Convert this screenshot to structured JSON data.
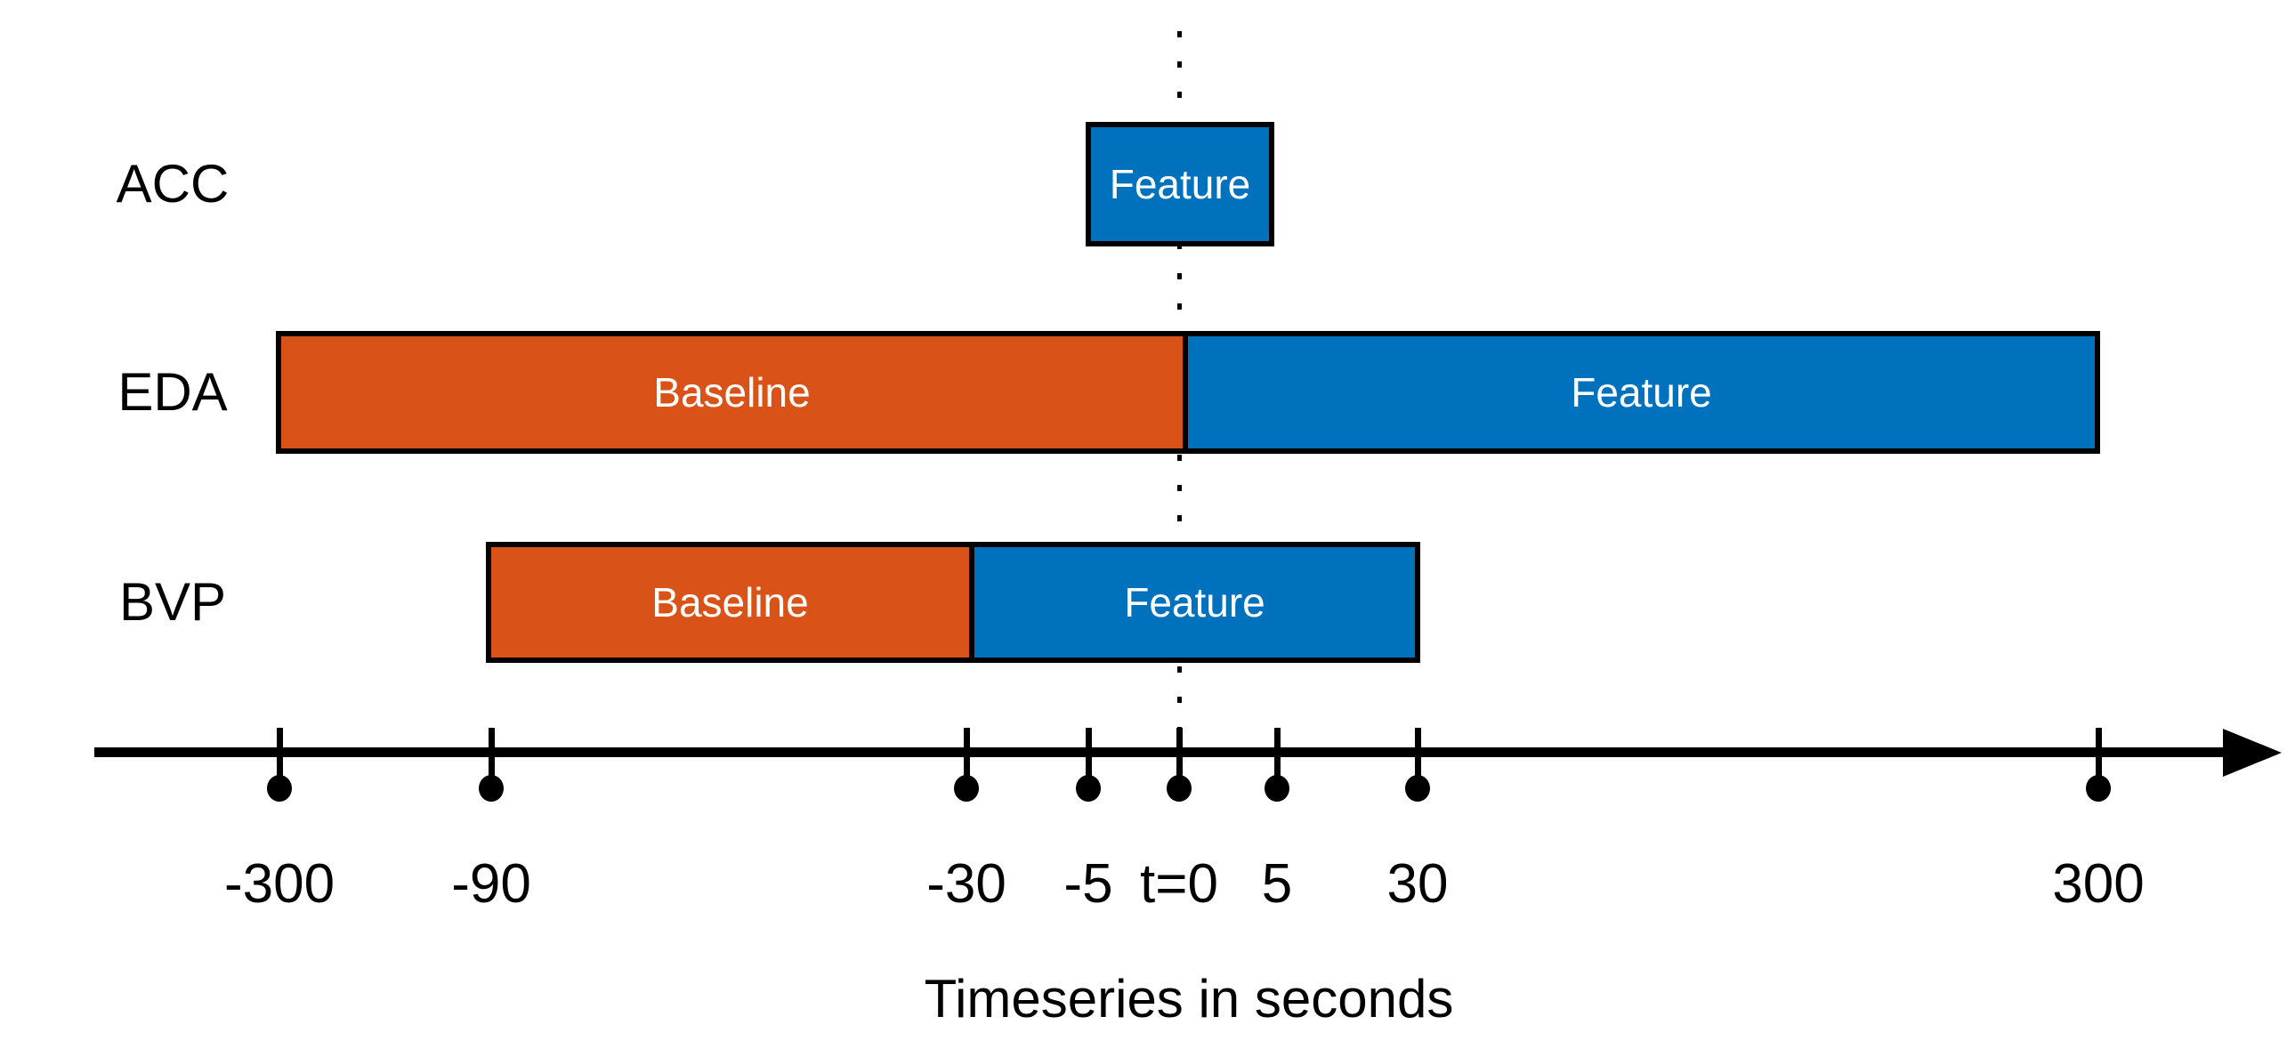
{
  "figure": {
    "rows": [
      {
        "label": "ACC",
        "segments": [
          {
            "label": "Feature",
            "kind": "feature",
            "window_seconds": {
              "from": -5,
              "to": 5
            }
          }
        ]
      },
      {
        "label": "EDA",
        "segments": [
          {
            "label": "Baseline",
            "kind": "baseline",
            "window_seconds": {
              "from": -300,
              "to": 0
            }
          },
          {
            "label": "Feature",
            "kind": "feature",
            "window_seconds": {
              "from": 0,
              "to": 300
            }
          }
        ]
      },
      {
        "label": "BVP",
        "segments": [
          {
            "label": "Baseline",
            "kind": "baseline",
            "window_seconds": {
              "from": -90,
              "to": -30
            }
          },
          {
            "label": "Feature",
            "kind": "feature",
            "window_seconds": {
              "from": -30,
              "to": 30
            }
          }
        ]
      }
    ],
    "axis": {
      "label": "Timeseries in seconds",
      "tick_labels": [
        "-300",
        "-90",
        "-30",
        "-5",
        "t=0",
        "5",
        "30",
        "300"
      ],
      "tick_values": [
        -300,
        -90,
        -30,
        -5,
        0,
        5,
        30,
        300
      ],
      "reference_line": "t=0"
    },
    "colors": {
      "baseline": "#D95319",
      "feature": "#0072BD",
      "axis": "#000000",
      "bar_border": "#000000",
      "bar_label_text": "#FFFFFF",
      "text": "#000000"
    }
  },
  "chart_data": {
    "type": "bar",
    "subtype": "gantt-timeline",
    "title": "",
    "xlabel": "Timeseries in seconds",
    "ylabel": "",
    "categories": [
      "ACC",
      "EDA",
      "BVP"
    ],
    "x_ticks": [
      -300,
      -90,
      -30,
      -5,
      0,
      5,
      30,
      300
    ],
    "x_tick_labels": [
      "-300",
      "-90",
      "-30",
      "-5",
      "t=0",
      "5",
      "30",
      "300"
    ],
    "axis_scale": "symbolic-nonlinear",
    "series": [
      {
        "name": "Baseline",
        "color": "#D95319",
        "intervals": [
          {
            "category": "EDA",
            "from": -300,
            "to": 0
          },
          {
            "category": "BVP",
            "from": -90,
            "to": -30
          }
        ]
      },
      {
        "name": "Feature",
        "color": "#0072BD",
        "intervals": [
          {
            "category": "ACC",
            "from": -5,
            "to": 5
          },
          {
            "category": "EDA",
            "from": 0,
            "to": 300
          },
          {
            "category": "BVP",
            "from": -30,
            "to": 30
          }
        ]
      }
    ],
    "annotations": [
      {
        "text": "t=0",
        "type": "dotted-vertical-reference-line",
        "x": 0
      }
    ],
    "legend": "none",
    "grid": false
  }
}
